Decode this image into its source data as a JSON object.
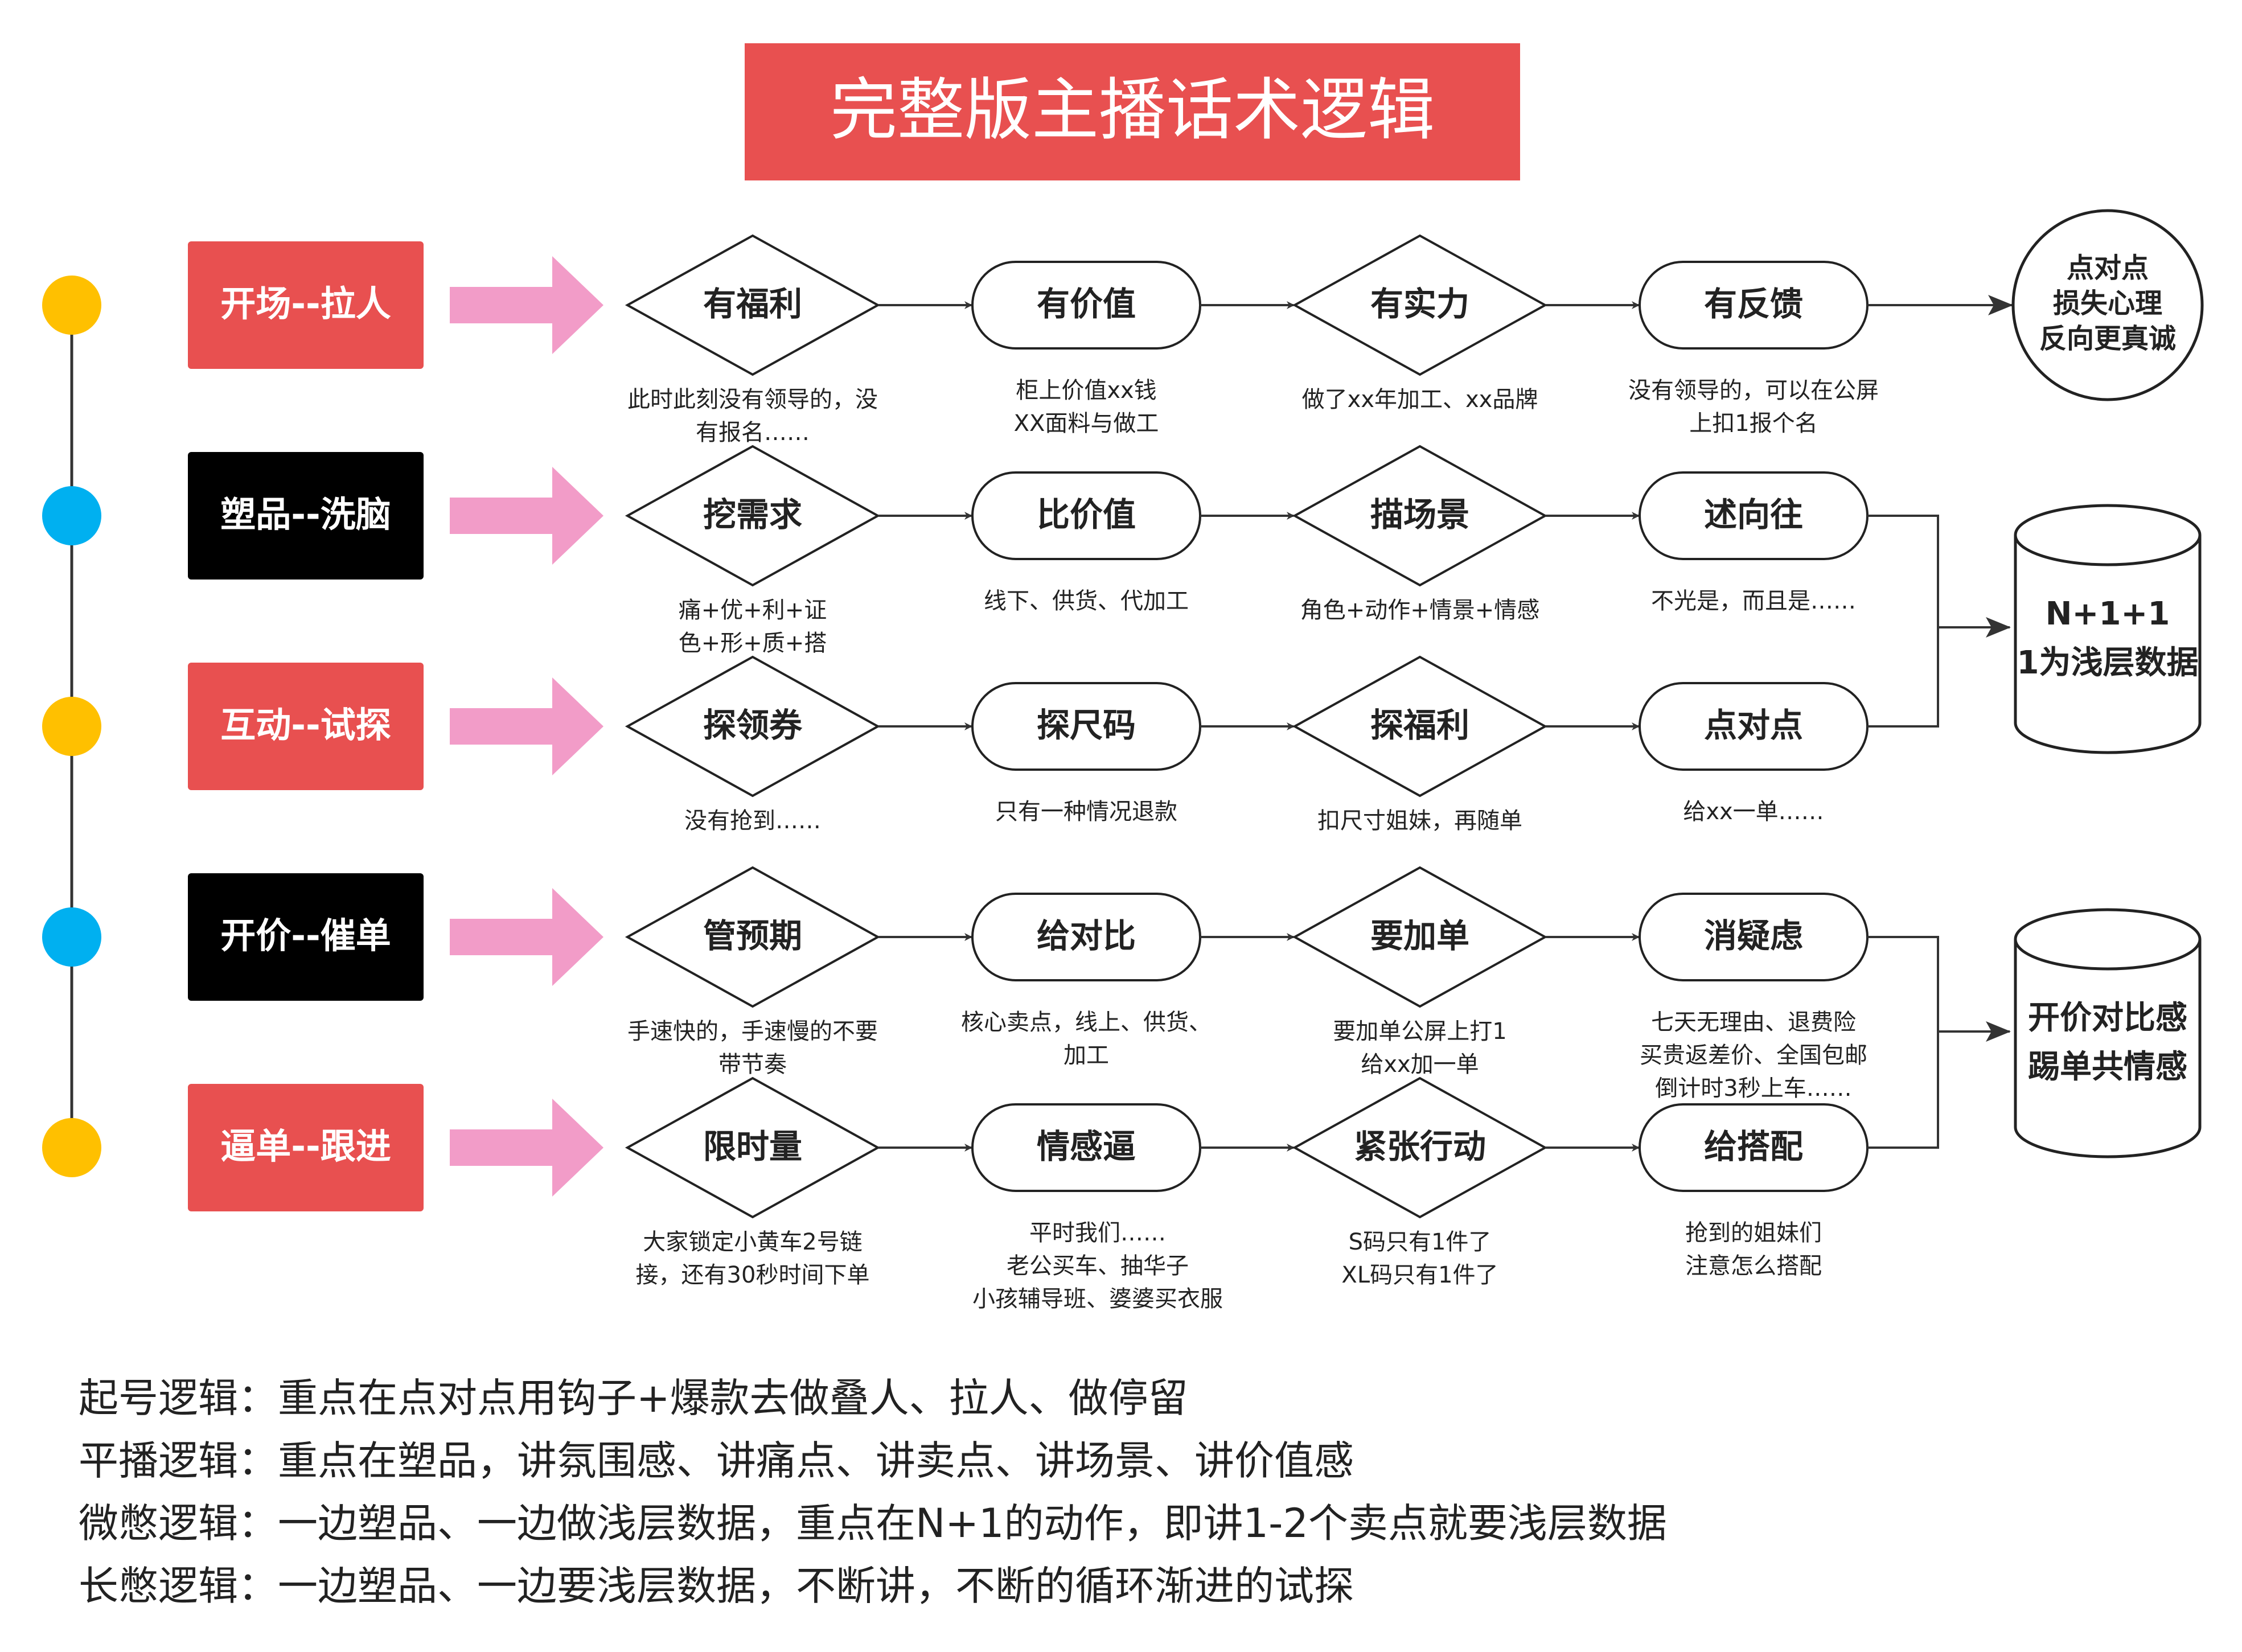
{
  "title": "完整版主播话术逻辑",
  "colors": {
    "title_bg": "#E85050",
    "red_label": "#E85050",
    "black_label": "#000000",
    "dot_yellow": "#FFC000",
    "dot_blue": "#00B0F0",
    "arrow_pink": "#F29CC8",
    "line": "#333333"
  },
  "rows": [
    {
      "label": "开场--拉人",
      "label_color": "red",
      "dot_color": "yellow",
      "nodes": [
        {
          "text": "有福利",
          "shape": "diamond",
          "note": [
            "此时此刻没有领导的，没",
            "有报名……"
          ]
        },
        {
          "text": "有价值",
          "shape": "pill",
          "note": [
            "柜上价值xx钱",
            "XX面料与做工"
          ]
        },
        {
          "text": "有实力",
          "shape": "diamond",
          "note": [
            "做了xx年加工、xx品牌"
          ]
        },
        {
          "text": "有反馈",
          "shape": "pill",
          "note": [
            "没有领导的，可以在公屏",
            "上扣1报个名"
          ]
        }
      ]
    },
    {
      "label": "塑品--洗脑",
      "label_color": "black",
      "dot_color": "blue",
      "nodes": [
        {
          "text": "挖需求",
          "shape": "diamond",
          "note": [
            "痛+优+利+证",
            "色+形+质+搭"
          ]
        },
        {
          "text": "比价值",
          "shape": "pill",
          "note": [
            "线下、供货、代加工"
          ]
        },
        {
          "text": "描场景",
          "shape": "diamond",
          "note": [
            "角色+动作+情景+情感"
          ]
        },
        {
          "text": "述向往",
          "shape": "pill",
          "note": [
            "不光是，而且是……"
          ]
        }
      ]
    },
    {
      "label": "互动--试探",
      "label_color": "red",
      "dot_color": "yellow",
      "nodes": [
        {
          "text": "探领券",
          "shape": "diamond",
          "note": [
            "没有抢到……"
          ]
        },
        {
          "text": "探尺码",
          "shape": "pill",
          "note": [
            "只有一种情况退款"
          ]
        },
        {
          "text": "探福利",
          "shape": "diamond",
          "note": [
            "扣尺寸姐妹，再随单"
          ]
        },
        {
          "text": "点对点",
          "shape": "pill",
          "note": [
            "给xx一单……"
          ]
        }
      ]
    },
    {
      "label": "开价--催单",
      "label_color": "black",
      "dot_color": "blue",
      "nodes": [
        {
          "text": "管预期",
          "shape": "diamond",
          "note": [
            "手速快的，手速慢的不要",
            "带节奏"
          ]
        },
        {
          "text": "给对比",
          "shape": "pill",
          "note": [
            "核心卖点，线上、供货、",
            "加工"
          ]
        },
        {
          "text": "要加单",
          "shape": "diamond",
          "note": [
            "要加单公屏上打1",
            "给xx加一单"
          ]
        },
        {
          "text": "消疑虑",
          "shape": "pill",
          "note": [
            "七天无理由、退费险",
            "买贵返差价、全国包邮",
            "倒计时3秒上车……"
          ]
        }
      ]
    },
    {
      "label": "逼单--跟进",
      "label_color": "red",
      "dot_color": "yellow",
      "nodes": [
        {
          "text": "限时量",
          "shape": "diamond",
          "note": [
            "大家锁定小黄车2号链",
            "接，还有30秒时间下单"
          ]
        },
        {
          "text": "情感逼",
          "shape": "pill",
          "note": [
            "平时我们……",
            "老公买车、抽华子",
            "小孩辅导班、婆婆买衣服"
          ]
        },
        {
          "text": "紧张行动",
          "shape": "diamond",
          "note": [
            "S码只有1件了",
            "XL码只有1件了"
          ]
        },
        {
          "text": "给搭配",
          "shape": "pill",
          "note": [
            "抢到的姐妹们",
            "注意怎么搭配"
          ]
        }
      ]
    }
  ],
  "outcomes": {
    "circle": [
      "点对点",
      "损失心理",
      "反向更真诚"
    ],
    "cylinder_1": [
      "N+1+1",
      "1为浅层数据"
    ],
    "cylinder_2": [
      "开价对比感",
      "踢单共情感"
    ]
  },
  "footer": [
    "起号逻辑：重点在点对点用钩子+爆款去做叠人、拉人、做停留",
    "平播逻辑：重点在塑品，讲氛围感、讲痛点、讲卖点、讲场景、讲价值感",
    "微憋逻辑：一边塑品、一边做浅层数据，重点在N+1的动作，即讲1-2个卖点就要浅层数据",
    "长憋逻辑：一边塑品、一边要浅层数据，不断讲，不断的循环渐进的试探"
  ]
}
